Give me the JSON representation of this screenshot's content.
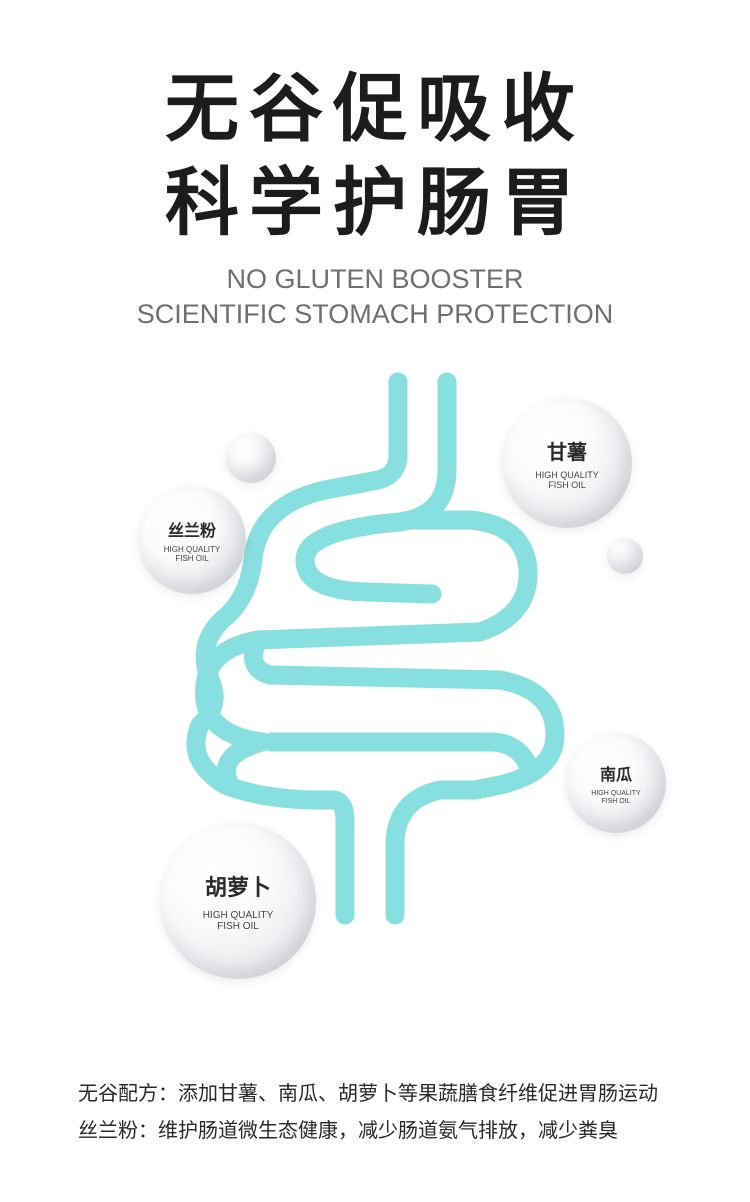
{
  "title": {
    "line1": "无谷促吸收",
    "line2": "科学护肠胃"
  },
  "subtitle": {
    "line1": "NO GLUTEN BOOSTER",
    "line2": "SCIENTIFIC STOMACH PROTECTION"
  },
  "bubbles": {
    "sweet_potato": {
      "name": "甘薯",
      "sub1": "HIGH QUALITY",
      "sub2": "FISH OIL"
    },
    "silk_orchid": {
      "name": "丝兰粉",
      "sub1": "HIGH QUALITY",
      "sub2": "FISH OIL"
    },
    "pumpkin": {
      "name": "南瓜",
      "sub1": "HIGH QUALITY",
      "sub2": "FISH OIL"
    },
    "carrot": {
      "name": "胡萝卜",
      "sub1": "HIGH QUALITY",
      "sub2": "FISH OIL"
    }
  },
  "footer": {
    "line1": "无谷配方：添加甘薯、南瓜、胡萝卜等果蔬膳食纤维促进胃肠运动",
    "line2": "丝兰粉：维护肠道微生态健康，减少肠道氨气排放，减少粪臭"
  },
  "colors": {
    "intestine": "#88dfe0",
    "title": "#1c1c1c",
    "subtitle": "#6f6f6f"
  },
  "icons": [
    "intestine-icon"
  ]
}
